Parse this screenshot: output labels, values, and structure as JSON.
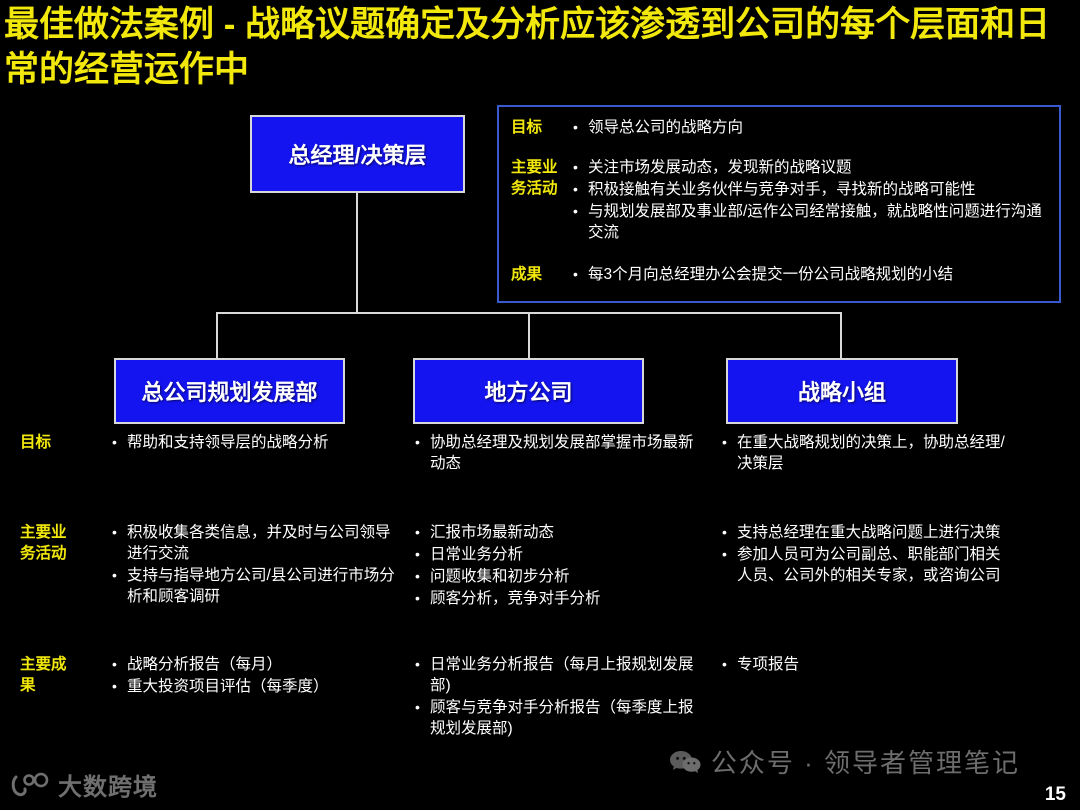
{
  "slide": {
    "title": "最佳做法案例 - 战略议题确定及分析应该渗透到公司的每个层面和日常的经营运作中",
    "page_number": "15",
    "accent_yellow": "#f2e80c",
    "box_blue": "#1414f0",
    "info_border_blue": "#3a59cf",
    "background": "#000000",
    "bullet_glyph": "•"
  },
  "chart": {
    "top_box": "总经理/决策层",
    "child_boxes": [
      "总公司规划发展部",
      "地方公司",
      "战略小组"
    ]
  },
  "info_box": {
    "rows": [
      {
        "label": "目标",
        "items": [
          "领导总公司的战略方向"
        ]
      },
      {
        "label": "主要业\n务活动",
        "items": [
          "关注市场发展动态，发现新的战略议题",
          "积极接触有关业务伙伴与竞争对手，寻找新的战略可能性",
          "与规划发展部及事业部/运作公司经常接触，就战略性问题进行沟通交流"
        ]
      },
      {
        "label": "成果",
        "items": [
          "每3个月向总经理办公会提交一份公司战略规划的小结"
        ]
      }
    ]
  },
  "matrix": {
    "rows": [
      {
        "label": "目标",
        "columns": [
          [
            "帮助和支持领导层的战略分析"
          ],
          [
            "协助总经理及规划发展部掌握市场最新动态"
          ],
          [
            "在重大战略规划的决策上，协助总经理/决策层"
          ]
        ]
      },
      {
        "label": "主要业\n务活动",
        "columns": [
          [
            "积极收集各类信息，并及时与公司领导进行交流",
            "支持与指导地方公司/县公司进行市场分析和顾客调研"
          ],
          [
            "汇报市场最新动态",
            "日常业务分析",
            "问题收集和初步分析",
            "顾客分析，竞争对手分析"
          ],
          [
            "支持总经理在重大战略问题上进行决策",
            "参加人员可为公司副总、职能部门相关人员、公司外的相关专家，或咨询公司"
          ]
        ]
      },
      {
        "label": "主要成\n果",
        "columns": [
          [
            "战略分析报告（每月）",
            "重大投资项目评估（每季度）"
          ],
          [
            "日常业务分析报告（每月上报规划发展部)",
            "顾客与竞争对手分析报告（每季度上报规划发展部)"
          ],
          [
            "专项报告"
          ]
        ]
      }
    ]
  },
  "watermarks": {
    "left_brand": "大数跨境",
    "right_text": "公众号 · 领导者管理笔记"
  }
}
